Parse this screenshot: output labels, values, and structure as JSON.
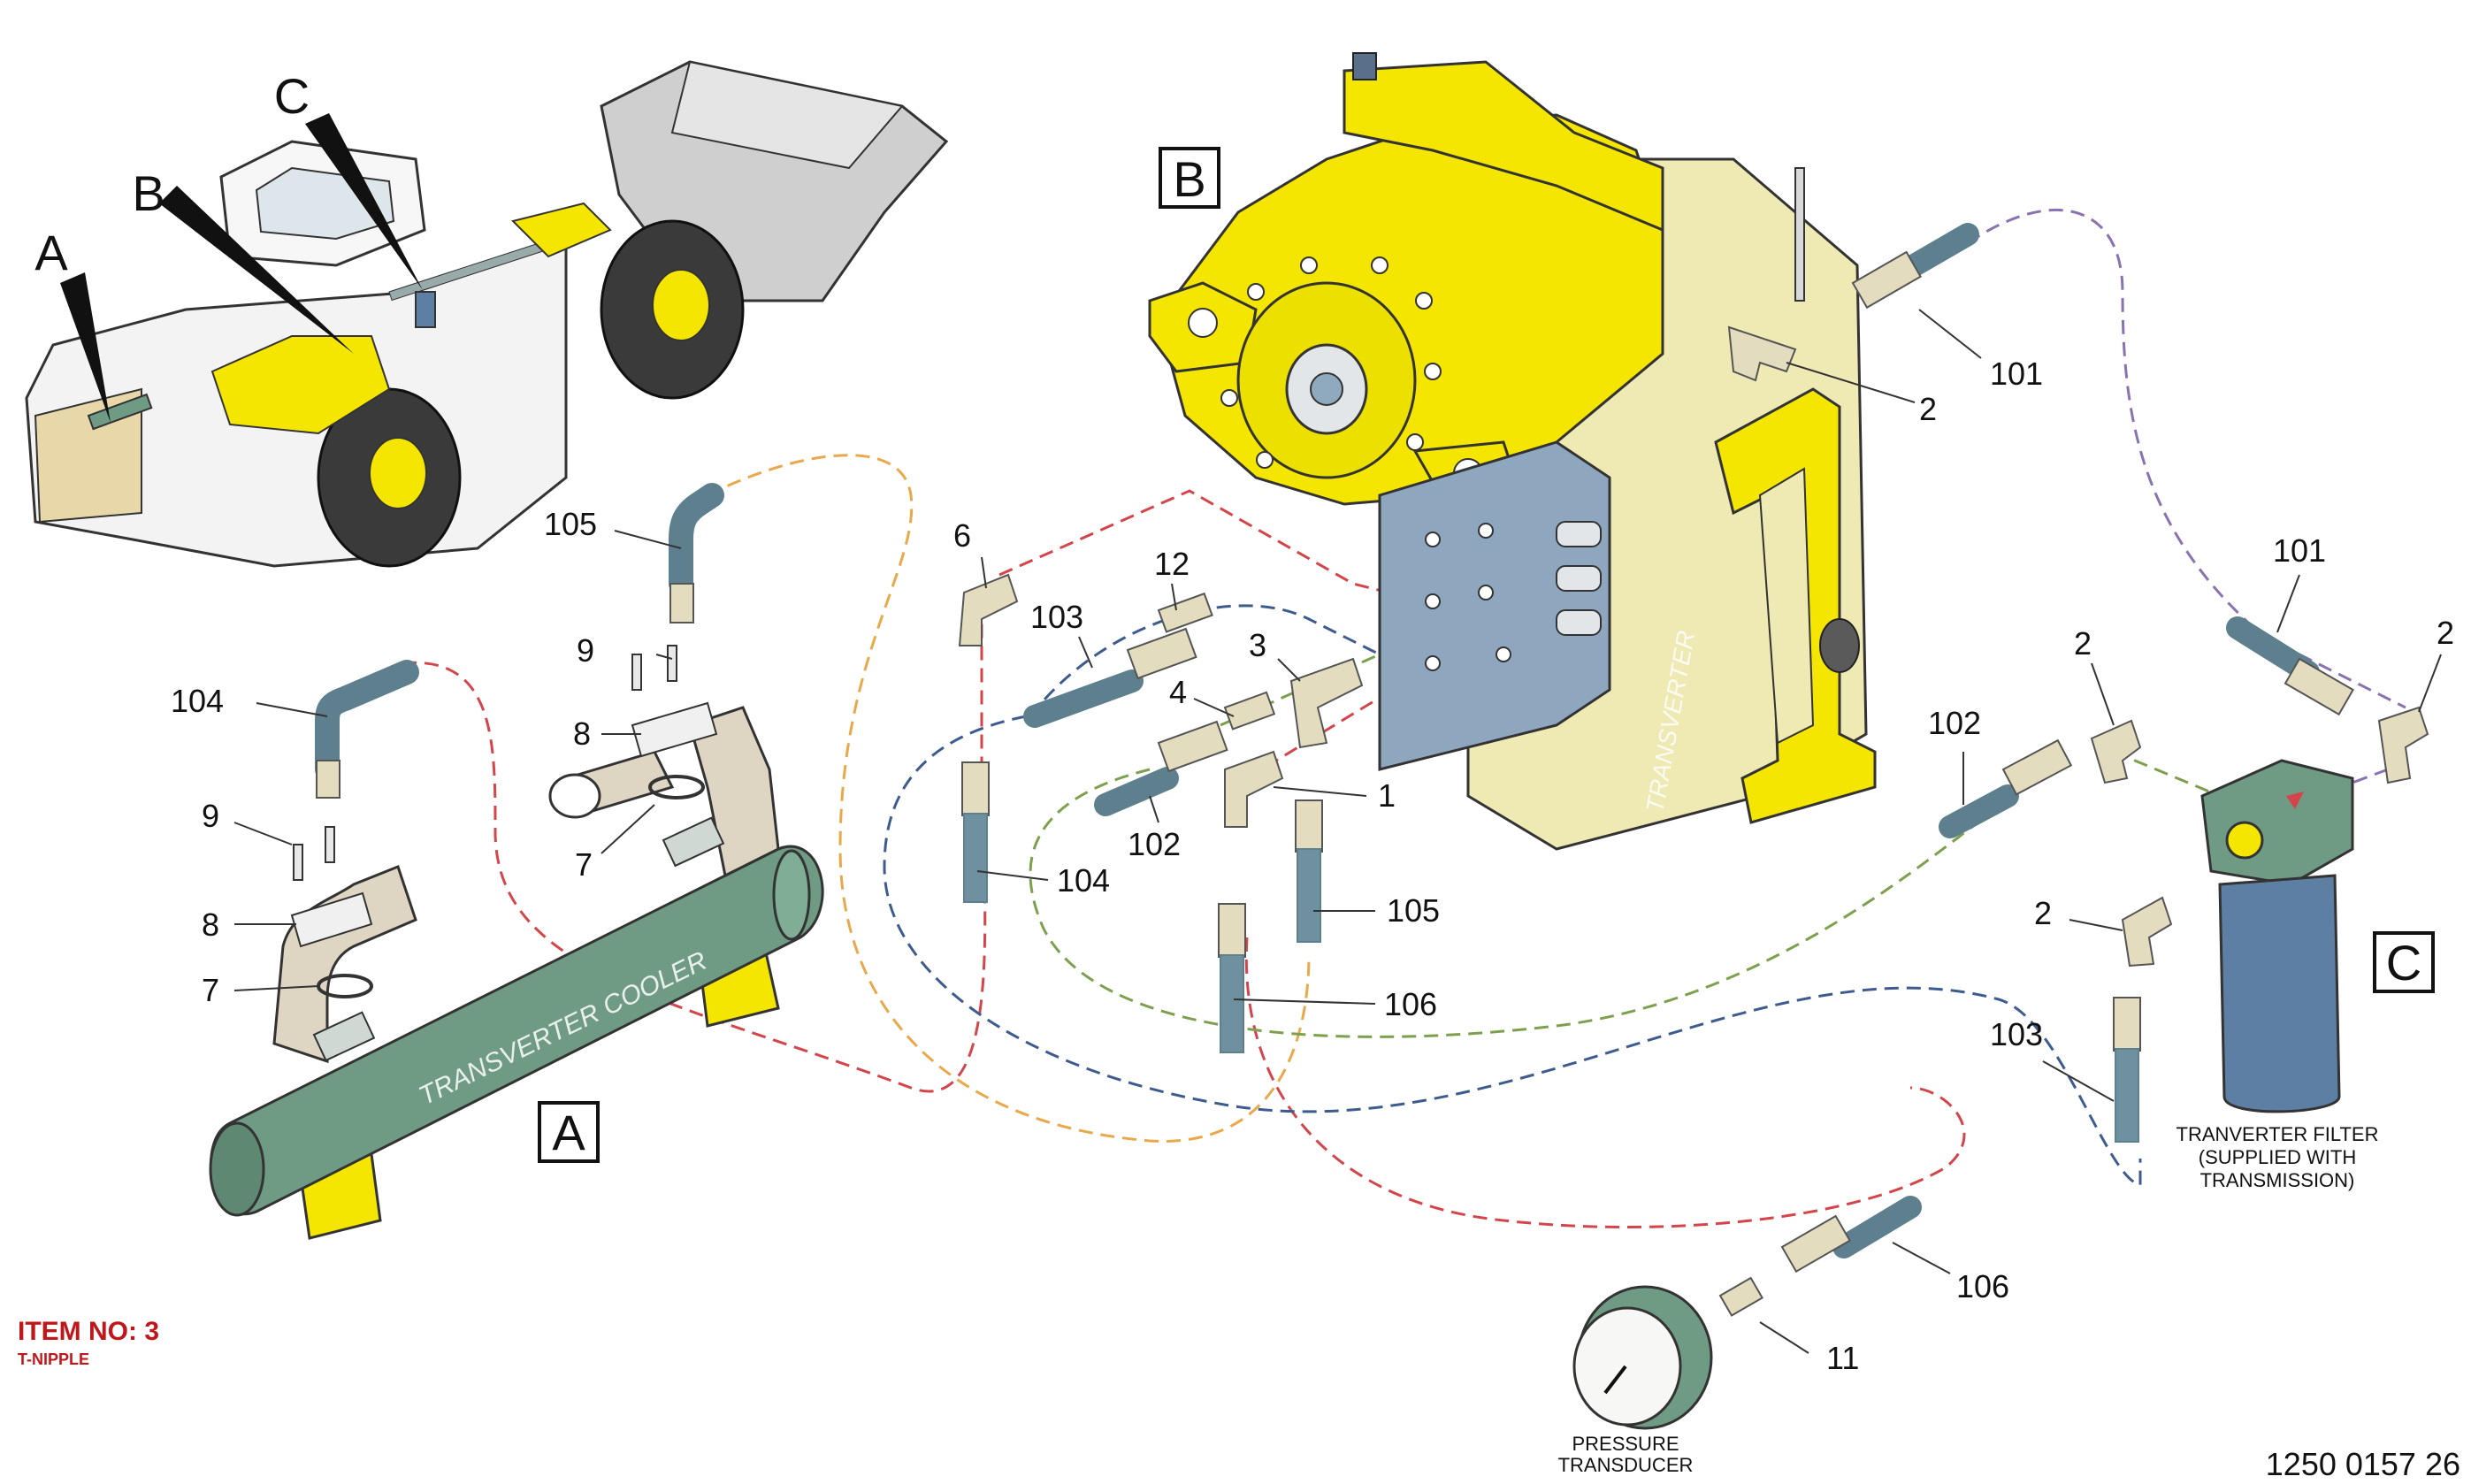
{
  "item": {
    "title": "ITEM NO: 3",
    "subtitle": "T-NIPPLE"
  },
  "figure_number": "1250 0157 26",
  "sections": {
    "a": "A",
    "b": "B",
    "c": "C"
  },
  "loader_callouts": {
    "a": "A",
    "b": "B",
    "c": "C"
  },
  "component_text": {
    "transverter": "TRANSVERTER",
    "cooler": "TRANSVERTER COOLER"
  },
  "captions": {
    "filter_line1": "TRANVERTER FILTER",
    "filter_line2": "(SUPPLIED WITH",
    "filter_line3": "TRANSMISSION)",
    "gauge_line1": "PRESSURE",
    "gauge_line2": "TRANSDUCER"
  },
  "labels": {
    "l101a": "101",
    "l2a": "2",
    "l101b": "101",
    "l2b": "2",
    "l2c": "2",
    "l102b": "102",
    "l2d": "2",
    "l103b": "103",
    "l106b": "106",
    "l11": "11",
    "l6": "6",
    "l12": "12",
    "l103a": "103",
    "l3": "3",
    "l4": "4",
    "l1": "1",
    "l102a": "102",
    "l104b": "104",
    "l105b": "105",
    "l106a": "106",
    "l105a": "105",
    "l9a": "9",
    "l8a": "8",
    "l7a": "7",
    "l104a": "104",
    "l9b": "9",
    "l8b": "8",
    "l7b": "7"
  },
  "colors": {
    "transverter_yellow": "#f4e600",
    "transverter_cream": "#efe9b4",
    "valve_block_blue": "#8fa6bf",
    "cooler_green": "#6f9a84",
    "filter_blue": "#5d7fa3",
    "hose_gray": "#6f909f",
    "line_red": "#d4454b",
    "line_orange": "#e9a84a",
    "line_navy": "#3e5b8f",
    "line_green": "#7ea04e",
    "line_purple": "#8a72b0",
    "item_red": "#c0171b"
  }
}
